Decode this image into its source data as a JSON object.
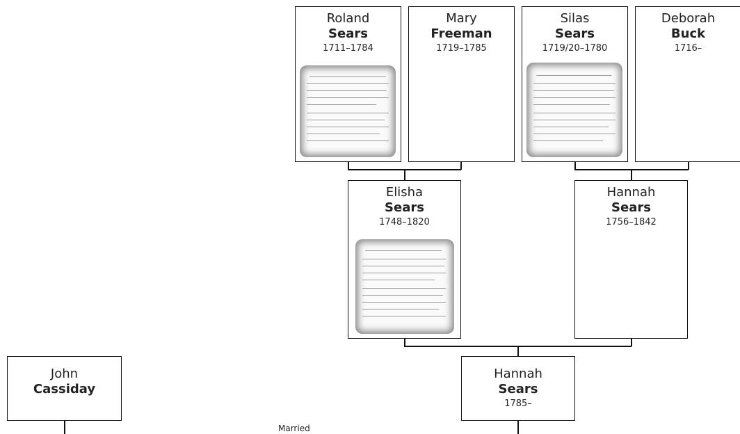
{
  "people": {
    "roland": {
      "given": "Roland",
      "surname": "Sears",
      "dates": "1711–1784"
    },
    "mary": {
      "given": "Mary",
      "surname": "Freeman",
      "dates": "1719–1785"
    },
    "silas": {
      "given": "Silas",
      "surname": "Sears",
      "dates": "1719/20–1780"
    },
    "deborah": {
      "given": "Deborah",
      "surname": "Buck",
      "dates": "1716–"
    },
    "elisha": {
      "given": "Elisha",
      "surname": "Sears",
      "dates": "1748–1820"
    },
    "hannah1": {
      "given": "Hannah",
      "surname": "Sears",
      "dates": "1756–1842"
    },
    "hannah2": {
      "given": "Hannah",
      "surname": "Sears",
      "dates": "1785–"
    },
    "john": {
      "given": "John",
      "surname": "Cassiday",
      "dates": ""
    }
  },
  "relationship_label": "Married"
}
